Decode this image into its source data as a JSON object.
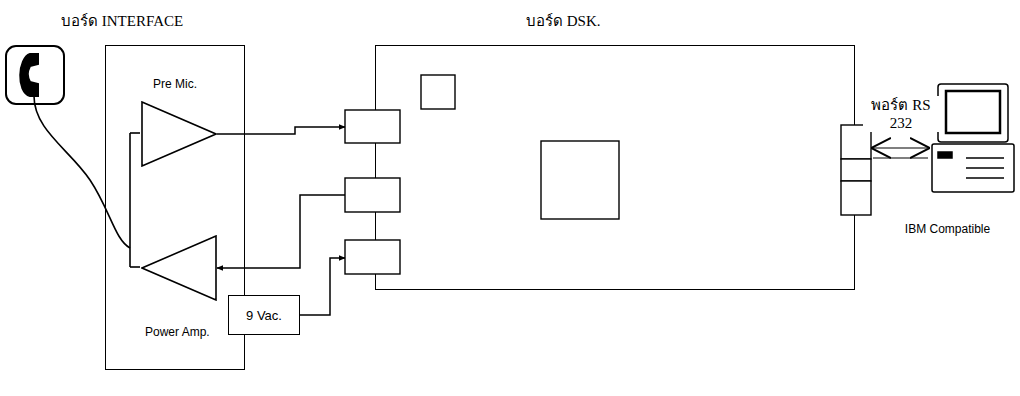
{
  "diagram": {
    "nodes": [
      {
        "text": [
          "บอร์ด INTERFACE"
        ]
      },
      {
        "text": [
          "Pre Mic."
        ],
        "in": 0
      },
      {
        "text": [
          "Power Amp."
        ],
        "in": 0
      },
      {
        "text": [
          "บอร์ด DSK."
        ]
      },
      {
        "text": [
          "9 Vac."
        ]
      },
      {
        "text": [
          "IBM Compatible"
        ]
      }
    ],
    "edges": [
      {
        "from": 1,
        "to": 3,
        "arrow": "to"
      },
      {
        "from": 3,
        "to": 2,
        "arrow": "to"
      },
      {
        "from": 4,
        "to": 3,
        "arrow": "to"
      },
      {
        "from": 3,
        "to": 5,
        "label": "พอร์ต RS 232",
        "arrow": "both"
      }
    ]
  }
}
